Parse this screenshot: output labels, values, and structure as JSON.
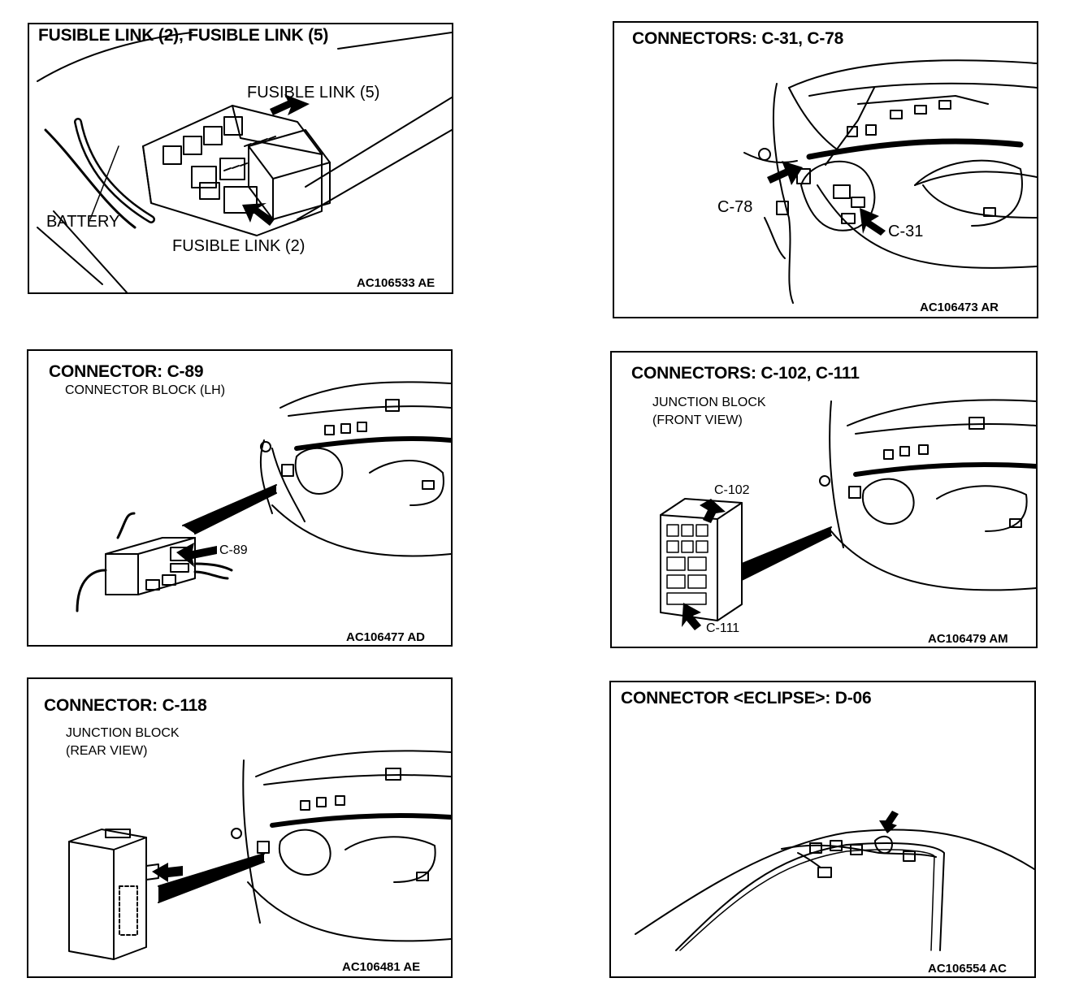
{
  "panels": [
    {
      "title": "FUSIBLE LINK (2), FUSIBLE LINK (5)",
      "code": "AC106533 AE",
      "labels": {
        "fusible_link_5": "FUSIBLE LINK (5)",
        "battery": "BATTERY",
        "fusible_link_2": "FUSIBLE LINK (2)"
      }
    },
    {
      "title": "CONNECTORS: C-31, C-78",
      "code": "AC106473 AR",
      "labels": {
        "c78": "C-78",
        "c31": "C-31"
      }
    },
    {
      "title": "CONNECTOR: C-89",
      "subtitle": "CONNECTOR BLOCK (LH)",
      "code": "AC106477 AD",
      "labels": {
        "c89": "C-89"
      }
    },
    {
      "title": "CONNECTORS: C-102, C-111",
      "subtitle_line1": "JUNCTION BLOCK",
      "subtitle_line2": "(FRONT VIEW)",
      "code": "AC106479 AM",
      "labels": {
        "c102": "C-102",
        "c111": "C-111"
      }
    },
    {
      "title": "CONNECTOR: C-118",
      "subtitle_line1": "JUNCTION BLOCK",
      "subtitle_line2": "(REAR VIEW)",
      "code": "AC106481 AE"
    },
    {
      "title": "CONNECTOR <ECLIPSE>: D-06",
      "code": "AC106554 AC"
    }
  ]
}
